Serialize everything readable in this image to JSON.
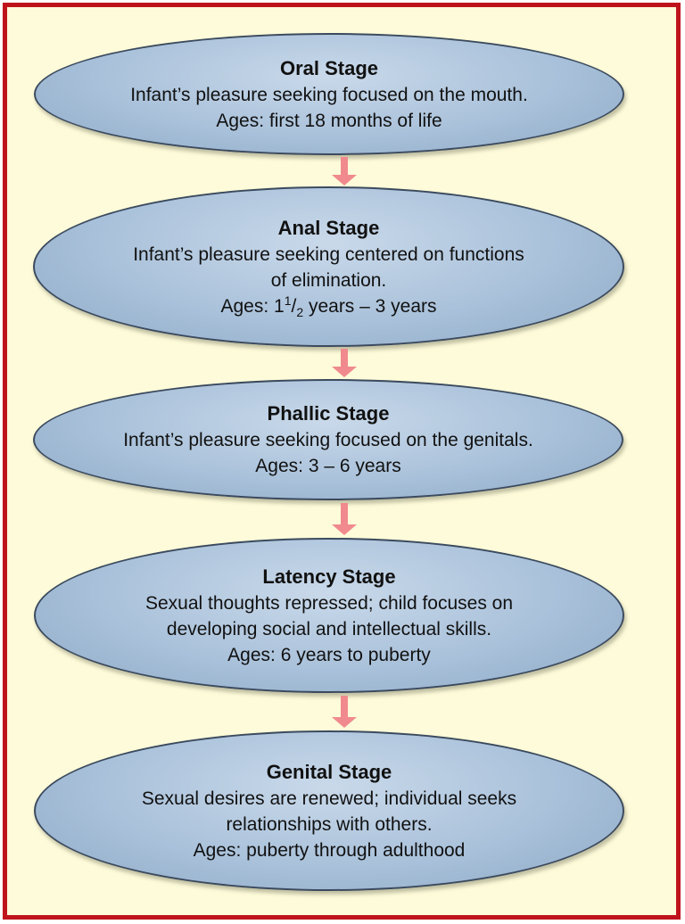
{
  "stages": [
    {
      "title": "Oral Stage",
      "lines": [
        "Infant’s pleasure seeking focused on the mouth.",
        "Ages: first 18 months of life"
      ]
    },
    {
      "title": "Anal Stage",
      "lines": [
        "Infant’s pleasure seeking centered on functions",
        "of elimination."
      ],
      "ages_prefix": "Ages: 1",
      "ages_sup": "1",
      "ages_slash": "/",
      "ages_sub": "2",
      "ages_suffix": " years – 3 years"
    },
    {
      "title": "Phallic Stage",
      "lines": [
        "Infant’s pleasure seeking focused on the genitals.",
        "Ages: 3 – 6 years"
      ]
    },
    {
      "title": "Latency Stage",
      "lines": [
        "Sexual thoughts repressed; child focuses on",
        "developing social and intellectual skills.",
        "Ages: 6 years to puberty"
      ]
    },
    {
      "title": "Genital Stage",
      "lines": [
        "Sexual desires are renewed; individual seeks",
        "relationships with others.",
        "Ages: puberty through adulthood"
      ]
    }
  ],
  "colors": {
    "frame_border": "#c0141c",
    "frame_background": "#fdfbd9",
    "stage_fill": "#a9c1da",
    "stage_border": "#3b4a5e",
    "arrow": "#f08a8f"
  }
}
